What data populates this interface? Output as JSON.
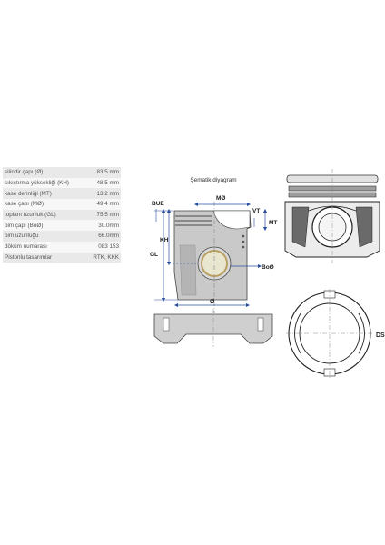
{
  "specs": [
    {
      "label": "silindir çapı (Ø)",
      "value": "83,5 mm"
    },
    {
      "label": "sıkıştırma yüksekliği (KH)",
      "value": "48,5 mm"
    },
    {
      "label": "kase derinliği (MT)",
      "value": "13,2 mm"
    },
    {
      "label": "kase çapı (MØ)",
      "value": "49,4 mm"
    },
    {
      "label": "toplam uzunluk (GL)",
      "value": "75,5 mm"
    },
    {
      "label": "pim çapı (BoØ)",
      "value": "30.0mm"
    },
    {
      "label": "pim uzunluğu",
      "value": "66.0mm"
    },
    {
      "label": "döküm numarası",
      "value": "083 153"
    },
    {
      "label": "Pistonlu tasarımlar",
      "value": "RTK, KKK"
    }
  ],
  "diagram": {
    "caption": "Şematik diyagram",
    "labels": {
      "bue": "BUE",
      "mo": "MØ",
      "vt": "VT",
      "mt": "MT",
      "kh": "KH",
      "gl": "GL",
      "boo": "BoØ",
      "dia": "Ø",
      "ds": "DS"
    }
  }
}
